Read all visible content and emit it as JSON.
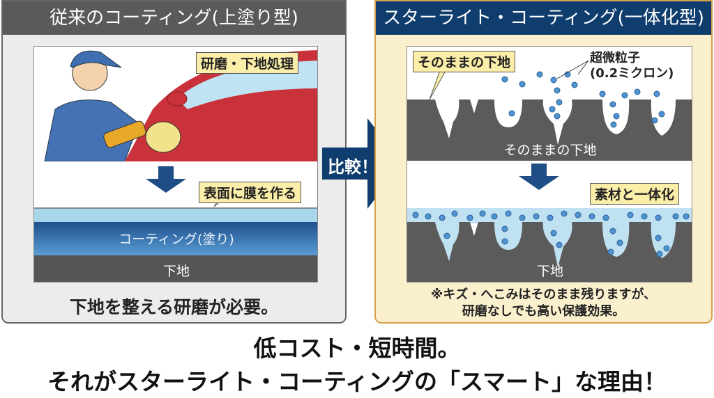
{
  "left_panel": {
    "title": "従来のコーティング(上塗り型)",
    "tag_polish": "研磨・下地処理",
    "tag_film": "表面に膜を作る",
    "layer_coating": "コーティング(塗り)",
    "layer_base": "下地",
    "caption": "下地を整える研磨が必要。"
  },
  "compare_arrow": "比較！",
  "right_panel": {
    "title": "スターライト・コーティング(一体化型)",
    "tag_base": "そのままの下地",
    "particle_label_1": "超微粒子",
    "particle_label_2": "(0.2ミクロン)",
    "surface_label": "そのままの下地",
    "tag_integrate": "素材と一体化",
    "layer_base": "下地",
    "note_line_1": "※キズ・へこみはそのまま残りますが、",
    "note_line_2": "研磨なしでも高い保護効果。"
  },
  "footer": {
    "line_1": "低コスト・短時間。",
    "line_2": "それがスターライト・コーティングの「スマート」な理由！"
  },
  "colors": {
    "navy": "#0f3d6e",
    "gray_header": "#5a5a5a",
    "tag_yellow": "#fbeea8",
    "coating_blue": "#2f6fae",
    "base_gray": "#555555",
    "panel_cream": "#fbf0cd"
  }
}
